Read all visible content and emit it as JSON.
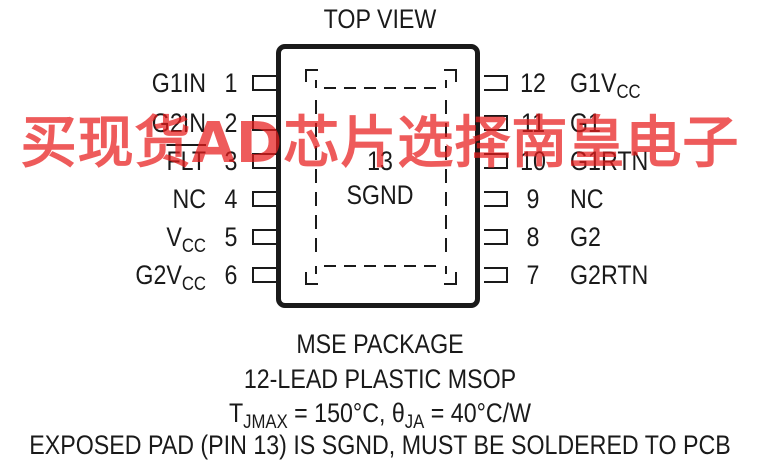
{
  "title": "TOP VIEW",
  "pins_left": [
    {
      "name": "G1IN",
      "name_sub": "",
      "num": "1"
    },
    {
      "name": "G2IN",
      "name_sub": "",
      "num": "2"
    },
    {
      "name": "FLT",
      "name_sub": "",
      "num": "3"
    },
    {
      "name": "NC",
      "name_sub": "",
      "num": "4"
    },
    {
      "name": "V",
      "name_sub": "CC",
      "num": "5"
    },
    {
      "name": "G2V",
      "name_sub": "CC",
      "num": "6"
    }
  ],
  "pins_right": [
    {
      "name": "G1V",
      "name_sub": "CC",
      "num": "12"
    },
    {
      "name": "G1",
      "name_sub": "",
      "num": "11"
    },
    {
      "name": "G1RTN",
      "name_sub": "",
      "num": "10"
    },
    {
      "name": "NC",
      "name_sub": "",
      "num": "9"
    },
    {
      "name": "G2",
      "name_sub": "",
      "num": "8"
    },
    {
      "name": "G2RTN",
      "name_sub": "",
      "num": "7"
    }
  ],
  "exposed_pad": {
    "num": "13",
    "name": "SGND"
  },
  "caption": {
    "package": "MSE PACKAGE",
    "lead": "12-LEAD PLASTIC MSOP",
    "thermal_t": "T",
    "thermal_t_sub": "JMAX",
    "thermal_mid": " = 150°C, θ",
    "thermal_theta_sub": "JA",
    "thermal_end": " = 40°C/W",
    "note": "EXPOSED PAD (PIN 13) IS SGND, MUST BE SOLDERED TO PCB"
  },
  "watermark": "买现货AD芯片选择南皇电子",
  "colors": {
    "ink": "#1a1a1a",
    "watermark": "#e81c1c"
  }
}
